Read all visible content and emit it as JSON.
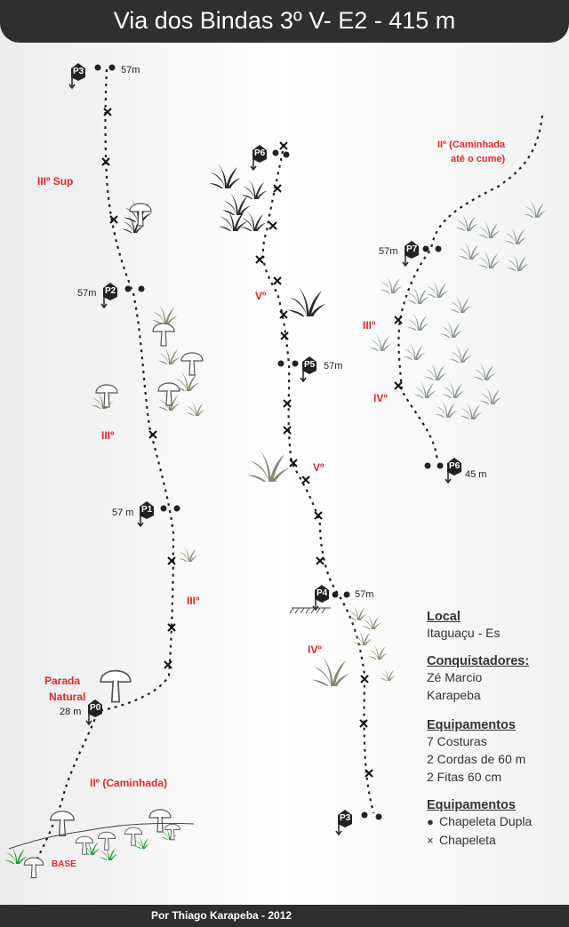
{
  "title": "Via dos Bindas 3º  V- E2 - 415 m",
  "credit": "Por  Thiago Karapeba  - 2012",
  "colors": {
    "grade": "#e3262b",
    "header": "#2f2f2f",
    "grass_dark": "#2b2b2b",
    "grass_olive": "#8a8a70",
    "grass_green": "#1f9c32",
    "grass_teal": "#8a9a8e"
  },
  "belays": {
    "p3_top": {
      "label": "P3",
      "length": "57m"
    },
    "p2": {
      "label": "P2",
      "length": "57m"
    },
    "p1": {
      "label": "P1",
      "length": "57 m"
    },
    "p0": {
      "label": "P0",
      "length": "28 m"
    },
    "p6": {
      "label": "P6"
    },
    "p5": {
      "label": "P5",
      "length": "57m"
    },
    "p4": {
      "label": "P4",
      "length": "57m"
    },
    "p3_mid": {
      "label": "P3"
    },
    "p7": {
      "label": "P7",
      "length": "57m"
    },
    "p6_right": {
      "label": "P6",
      "length": "45 m"
    }
  },
  "grades": {
    "left_sup": "IIIº Sup",
    "left_mid": "IIIº",
    "left_low": "IIIº",
    "parada_1": "Parada",
    "parada_2": "Natural",
    "base_walk": "IIº (Caminhada)",
    "base": "BASE",
    "center_v_top": "Vº",
    "center_v_low": "Vº",
    "center_iv": "IVº",
    "right_top_1": "IIº (Caminhada",
    "right_top_2": "até o cume)",
    "right_iii": "IIIº",
    "right_iv": "IVº"
  },
  "legend": {
    "local_h": "Local",
    "local_v": "Itaguaçu - Es",
    "conq_h": "Conquistadores:",
    "conq_1": "Zé Marcio",
    "conq_2": "Karapeba",
    "equip_h": "Equipamentos",
    "equip_1": "7 Costuras",
    "equip_2": "2 Cordas de 60 m",
    "equip_3": "2  Fitas 60  cm",
    "sym_h": "Equipamentos",
    "sym_dot": "●",
    "sym_dot_label": "Chapeleta Dupla",
    "sym_x": "×",
    "sym_x_label": "Chapeleta"
  }
}
